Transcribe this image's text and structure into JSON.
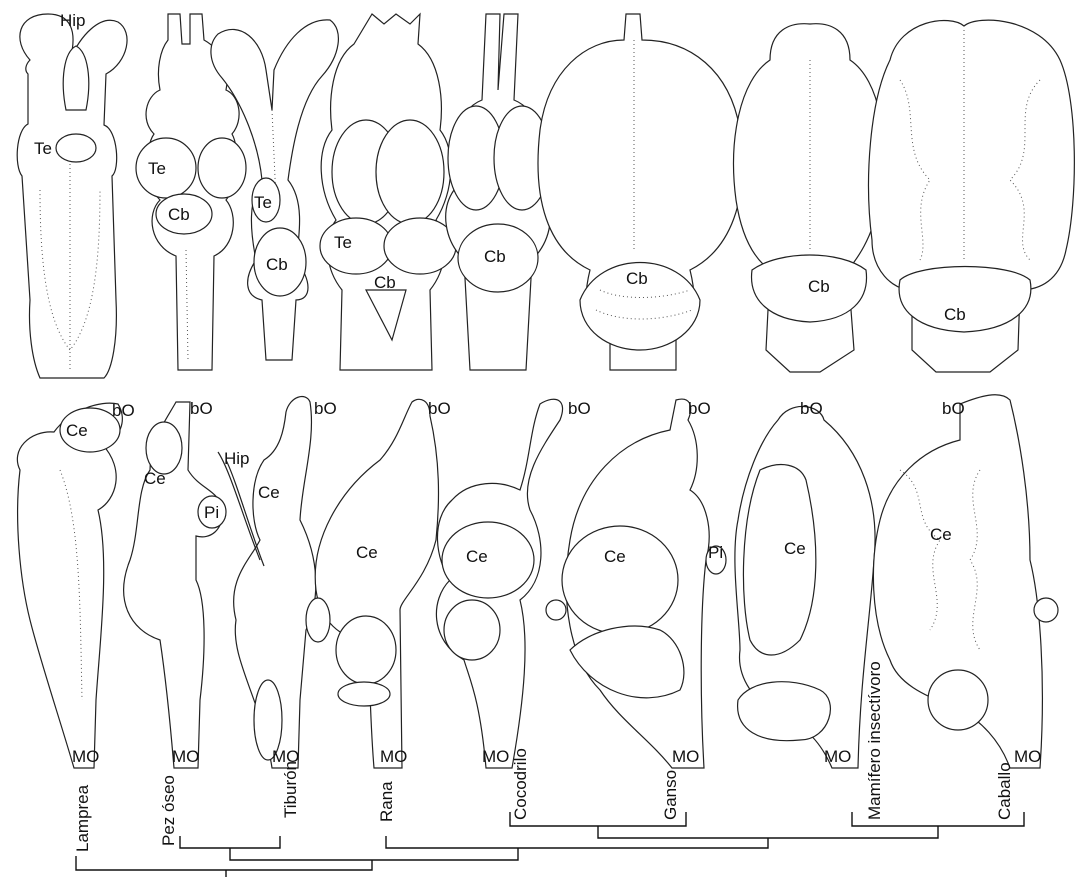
{
  "region_labels": {
    "hip": "Hip",
    "te": "Te",
    "cb": "Cb",
    "bo": "bO",
    "ce": "Ce",
    "pi": "Pi",
    "mo": "MO"
  },
  "species": [
    "Lamprea",
    "Pez óseo",
    "Tiburón",
    "Rana",
    "Cocodrilo",
    "Ganso",
    "Mamífero insectívoro",
    "Caballo"
  ],
  "colors": {
    "line": "#222222",
    "background": "#ffffff",
    "text": "#111111"
  }
}
